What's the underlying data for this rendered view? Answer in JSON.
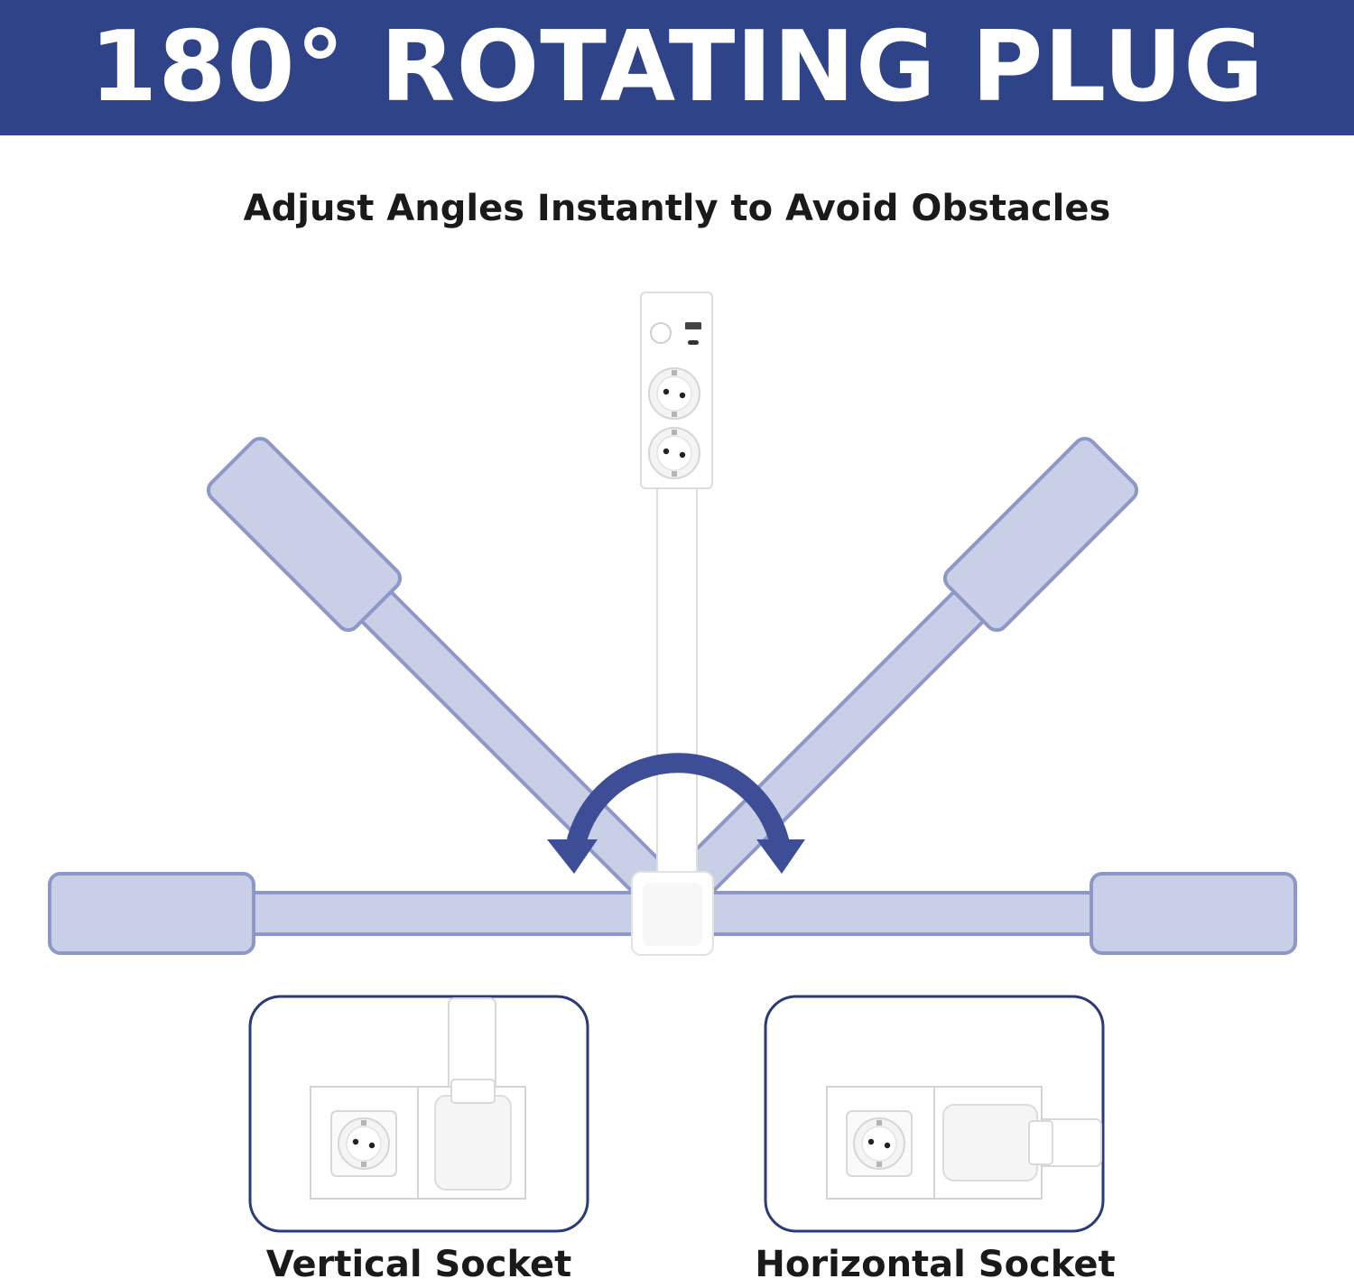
{
  "header": {
    "title": "180° ROTATING PLUG"
  },
  "subtitle": "Adjust Angles Instantly to Avoid Obstacles",
  "captions": {
    "vertical": "Vertical Socket",
    "horizontal": "Horizontal Socket"
  },
  "colors": {
    "banner": "#2f4389",
    "ghost_fill": "#c9cfe6",
    "ghost_stroke": "#8d97c8",
    "arrow": "#3d4d96",
    "frame": "#2b3a78"
  },
  "icons": [
    "rotation-arrow-icon",
    "socket-icon"
  ]
}
